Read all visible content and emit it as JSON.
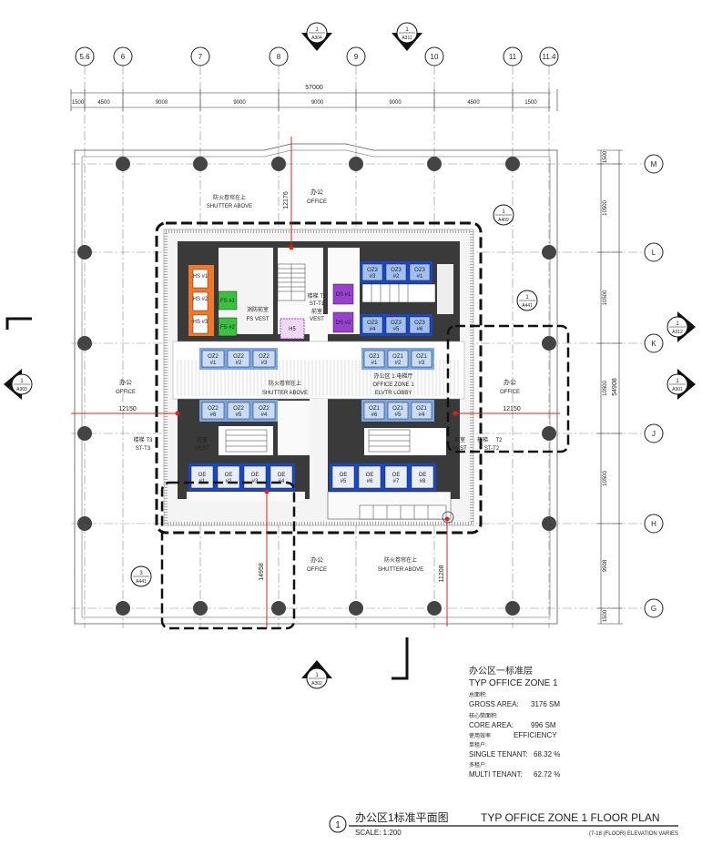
{
  "grid_cols": [
    "5.6",
    "6",
    "7",
    "8",
    "9",
    "10",
    "11",
    "11.4"
  ],
  "grid_rows": [
    "M",
    "L",
    "K",
    "J",
    "H",
    "G"
  ],
  "top_overall_dim": "57000",
  "top_dims": [
    "1500",
    "4500",
    "9000",
    "9000",
    "9000",
    "9000",
    "4500",
    "1500"
  ],
  "right_dims": [
    "1500",
    "10500",
    "10500",
    "10500",
    "10500",
    "9908",
    "1500"
  ],
  "right_total_dim": "54908",
  "section_markers": {
    "top_a": {
      "num": "1",
      "ref": "A304"
    },
    "top_b": {
      "num": "1",
      "ref": "A311"
    },
    "left": {
      "num": "1",
      "ref": "A303"
    },
    "right_k": {
      "num": "1",
      "ref": "A312"
    },
    "right_mid": {
      "num": "1",
      "ref": "A301"
    },
    "bottom": {
      "num": "1",
      "ref": "A302"
    },
    "detail_core": {
      "num": "1",
      "ref": "A409"
    },
    "detail_right": {
      "num": "1",
      "ref": "A441"
    },
    "detail_left": {
      "num": "3",
      "ref": "A441"
    }
  },
  "red_dims": {
    "top": "12176",
    "left": "12150",
    "right": "12150",
    "bottom_left": "14958",
    "bottom_right": "11208"
  },
  "labels": {
    "office_cn": "办公",
    "office_en": "OFFICE",
    "shutter_cn": "防火卷帘在上",
    "shutter_en": "SHUTTER ABOVE",
    "stair_t1_cn": "楼梯 T1",
    "stair_t1_en": "ST-T1",
    "stair_t2_cn": "楼梯",
    "stair_t2_code": "T2",
    "stair_t2_en": "ST-T2",
    "stair_t3_cn": "楼梯 T3",
    "stair_t3_en": "ST-T3",
    "vest_cn": "前室",
    "vest_en": "VEST",
    "fs_vest_cn": "消防前室",
    "fs_vest_en": "FS VEST",
    "lobby_cn": "办公区 1 电梯厅",
    "lobby_en": "OFFICE ZONE 1",
    "lobby_en2": "ELVTR LOBBY"
  },
  "lifts": {
    "hs": [
      "HS #1",
      "HS #2",
      "HS #3"
    ],
    "fs": [
      "FS #1",
      "FS #2"
    ],
    "ds": [
      "DS #1",
      "DS #2"
    ],
    "h5": "H5",
    "oz3_top": [
      "OZ3 #3",
      "OZ3 #2",
      "OZ3 #1"
    ],
    "oz3_bot": [
      "OZ3 #4",
      "OZ3 #5",
      "OZ3 #6"
    ],
    "oz2_top": [
      "OZ2 #1",
      "OZ2 #2",
      "OZ2 #3"
    ],
    "oz2_bot": [
      "OZ2 #6",
      "OZ2 #5",
      "OZ2 #4"
    ],
    "oz1_top": [
      "OZ1 #1",
      "OZ1 #2",
      "OZ1 #3"
    ],
    "oz1_bot": [
      "OZ1 #6",
      "OZ1 #5",
      "OZ1 #4"
    ],
    "oe_left": [
      "OE #1",
      "OE #2",
      "OE #3",
      "OE #4"
    ],
    "oe_right": [
      "OE #5",
      "OE #6",
      "OE #7",
      "OE #8"
    ]
  },
  "info_block": {
    "title_cn": "办公区一标准层",
    "title_en": "TYP OFFICE ZONE 1",
    "gross_cn": "总面积:",
    "gross_label": "GROSS AREA:",
    "gross_value": "3176 SM",
    "core_cn": "核心筒面积:",
    "core_label": "CORE AREA:",
    "core_value": "996 SM",
    "eff_cn": "使用效率",
    "eff_label": "EFFICIENCY",
    "single_cn": "单租户:",
    "single_label": "SINGLE TENANT:",
    "single_value": "68.32 %",
    "multi_cn": "多租户:",
    "multi_label": "MULTI TENANT:",
    "multi_value": "62.72 %"
  },
  "title_block": {
    "num": "1",
    "title_cn": "办公区1标准平面图",
    "title_en": "TYP OFFICE ZONE 1 FLOOR PLAN",
    "scale": "SCALE: 1:200",
    "note": "(7-18   (FLOOR) ELEVATION VARIES"
  },
  "colors": {
    "orange": "#f07828",
    "green": "#3cc040",
    "purple": "#9a40d0",
    "blue": "#1848c8",
    "light_blue": "#7ca8e8",
    "red": "#e02020",
    "dark": "#333333"
  }
}
